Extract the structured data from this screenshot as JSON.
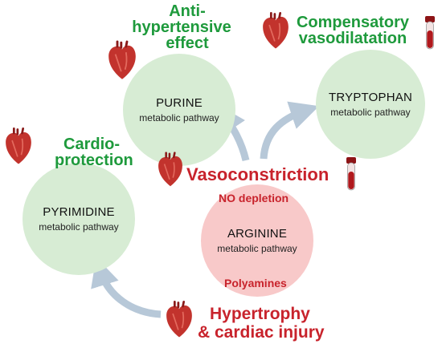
{
  "nodes": {
    "purine": {
      "name": "PURINE",
      "sub": "metabolic pathway"
    },
    "tryptophan": {
      "name": "TRYPTOPHAN",
      "sub": "metabolic pathway"
    },
    "pyrimidine": {
      "name": "PYRIMIDINE",
      "sub": "metabolic pathway"
    },
    "arginine": {
      "name": "ARGININE",
      "sub": "metabolic pathway"
    }
  },
  "effects": {
    "anti_hypertensive": {
      "line1": "Anti-",
      "line2": "hypertensive",
      "line3": "effect"
    },
    "compensatory": {
      "line1": "Compensatory",
      "line2": "vasodilatation"
    },
    "cardioprotection": {
      "line1": "Cardio-",
      "line2": "protection"
    },
    "vasoconstriction": "Vasoconstriction",
    "no_depletion": "NO depletion",
    "polyamines": "Polyamines",
    "hypertrophy": {
      "line1": "Hypertrophy",
      "line2": "& cardiac injury"
    }
  },
  "colors": {
    "green_text": "#1e9a3c",
    "red_text": "#c8232c",
    "green_circle": "#d7ecd4",
    "red_circle": "#f8c9c9",
    "arrow": "#b7c8d8"
  },
  "icons": [
    "heart-icon",
    "blood-tube-icon",
    "arrow-icon"
  ]
}
